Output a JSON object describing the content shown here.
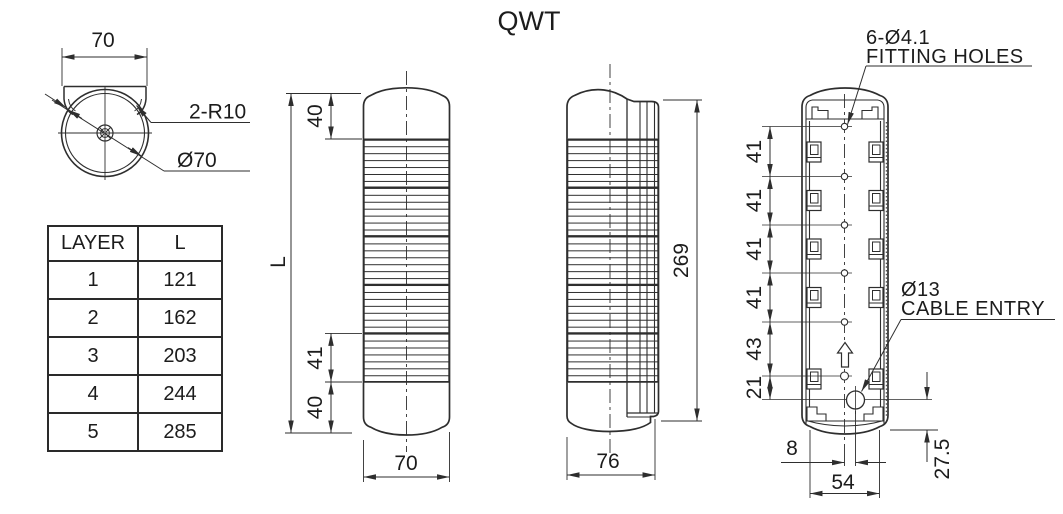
{
  "title": "QWT",
  "top_view": {
    "width_dim": "70",
    "corner_radius_label": "2-R10",
    "diameter_label": "Ø70"
  },
  "layer_table": {
    "headers": [
      "LAYER",
      "L"
    ],
    "rows": [
      [
        "1",
        "121"
      ],
      [
        "2",
        "162"
      ],
      [
        "3",
        "203"
      ],
      [
        "4",
        "244"
      ],
      [
        "5",
        "285"
      ]
    ]
  },
  "front_view": {
    "cap_height_dim": "40",
    "overall_height_dim": "L",
    "lens_height_dim": "41",
    "base_height_dim": "40",
    "width_dim": "70"
  },
  "side_view": {
    "overall_height_dim": "269",
    "depth_dim": "76"
  },
  "rear_view": {
    "fitting_holes_note": {
      "line1": "6-Ø4.1",
      "line2": "FITTING HOLES"
    },
    "cable_entry_note": {
      "line1": "Ø13",
      "line2": "CABLE ENTRY"
    },
    "hole_pitch_dims": [
      "41",
      "41",
      "41",
      "41",
      "43",
      "21"
    ],
    "cable_offset_dim": "8",
    "mounting_width_dim": "54",
    "cable_height_dim": "27.5"
  },
  "colors": {
    "line": "#2e2e2e",
    "text": "#1c1c1c",
    "background": "#ffffff"
  }
}
